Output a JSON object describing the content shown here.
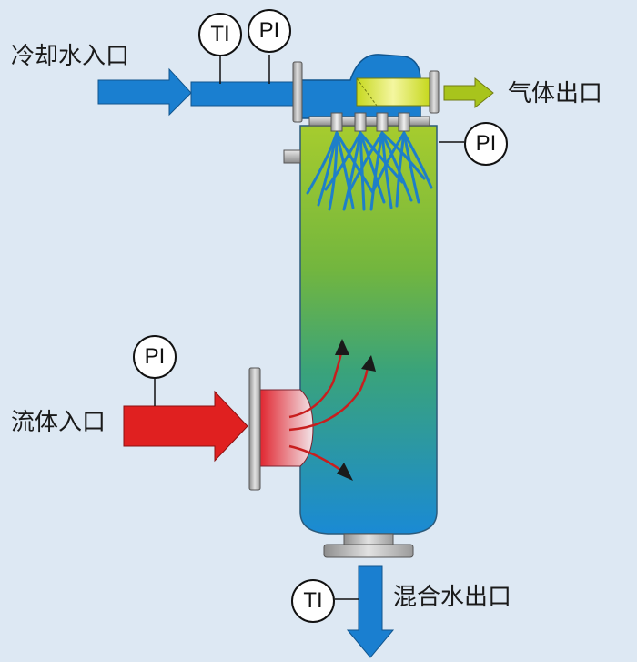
{
  "labels": {
    "cooling_water_inlet": "冷却水入口",
    "gas_outlet": "气体出口",
    "fluid_inlet": "流体入口",
    "mixed_water_outlet": "混合水出口"
  },
  "instruments": {
    "ti_top": "TI",
    "pi_top": "PI",
    "pi_right": "PI",
    "pi_left": "PI",
    "ti_bottom": "TI"
  },
  "colors": {
    "background": "#dde8f3",
    "vessel_top": "#a6cc2e",
    "vessel_mid": "#5fae47",
    "vessel_bottom": "#1a8ad4",
    "cooling_water": "#1a7fd0",
    "fluid_inlet": "#e02020",
    "gas_outlet": "#a8c41c",
    "flange": "#b8b8b8"
  },
  "icons": [
    "arrow-right-icon",
    "arrow-down-icon",
    "spray-nozzle-icon",
    "flow-arrow-icon"
  ]
}
